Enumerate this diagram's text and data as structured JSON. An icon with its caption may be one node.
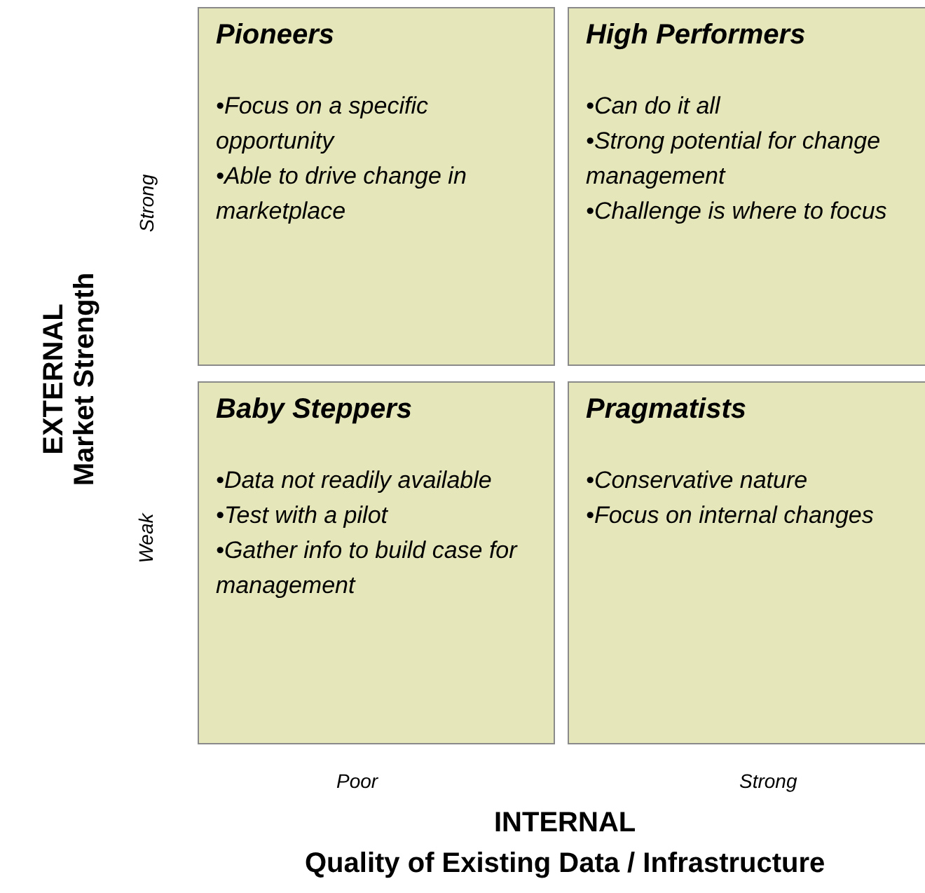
{
  "diagram": {
    "nodes": [
      {
        "text": [
          "Pioneers",
          "•Focus on a specific opportunity",
          "•Able to drive change in marketplace"
        ]
      },
      {
        "text": [
          "High Performers",
          "•Can do it all",
          "•Strong potential for change management",
          "•Challenge is where to focus"
        ]
      },
      {
        "text": [
          "Baby Steppers",
          "•Data not readily available",
          "•Test with a pilot",
          "•Gather info to build case for management"
        ]
      },
      {
        "text": [
          "Pragmatists",
          "•Conservative nature",
          "•Focus on internal changes"
        ]
      }
    ],
    "edges": [],
    "labels": [
      "EXTERNAL",
      "Market Strength",
      "Strong",
      "Weak",
      "Poor",
      "Strong",
      "INTERNAL",
      "Quality of Existing Data / Infrastructure"
    ]
  }
}
